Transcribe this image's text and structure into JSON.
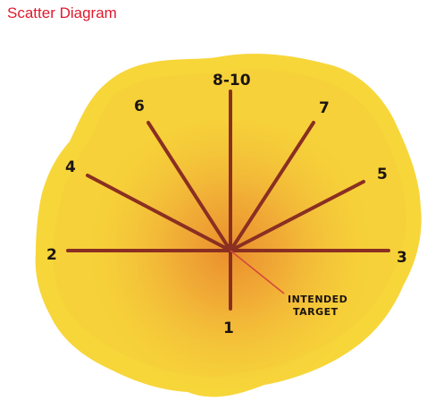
{
  "title": "Scatter Diagram",
  "colors": {
    "title": "#e0192d",
    "splash_outer": "#f7d63a",
    "splash_mid": "#f2b63a",
    "splash_core": "#e98a2c",
    "lines": "#8a2f22",
    "target_line": "#d24a3a"
  },
  "shot_labels": [
    "1",
    "2",
    "3",
    "4",
    "5",
    "6",
    "7",
    "8-10"
  ],
  "target_label": [
    "INTENDED",
    "TARGET"
  ]
}
